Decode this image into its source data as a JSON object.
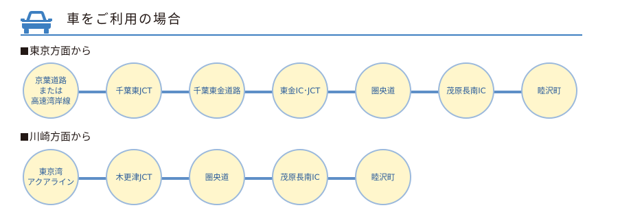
{
  "header": {
    "title": "車をご利用の場合",
    "icon": "car-icon",
    "accent": "#3d7fc1"
  },
  "routes": [
    {
      "title": "東京方面から",
      "nodes": [
        "京葉道路\nまたは\n高速湾岸線",
        "千葉東JCT",
        "千葉東金道路",
        "東金IC･JCT",
        "圏央道",
        "茂原長南IC",
        "睦沢町"
      ]
    },
    {
      "title": "川崎方面から",
      "nodes": [
        "東京湾\nアクアライン",
        "木更津JCT",
        "圏央道",
        "茂原長南IC",
        "睦沢町"
      ]
    }
  ],
  "colors": {
    "node_fill": "#fff6cc",
    "node_border": "#9bb9dc",
    "connector": "#5e8fc7",
    "node_text": "#2a5c9a"
  }
}
